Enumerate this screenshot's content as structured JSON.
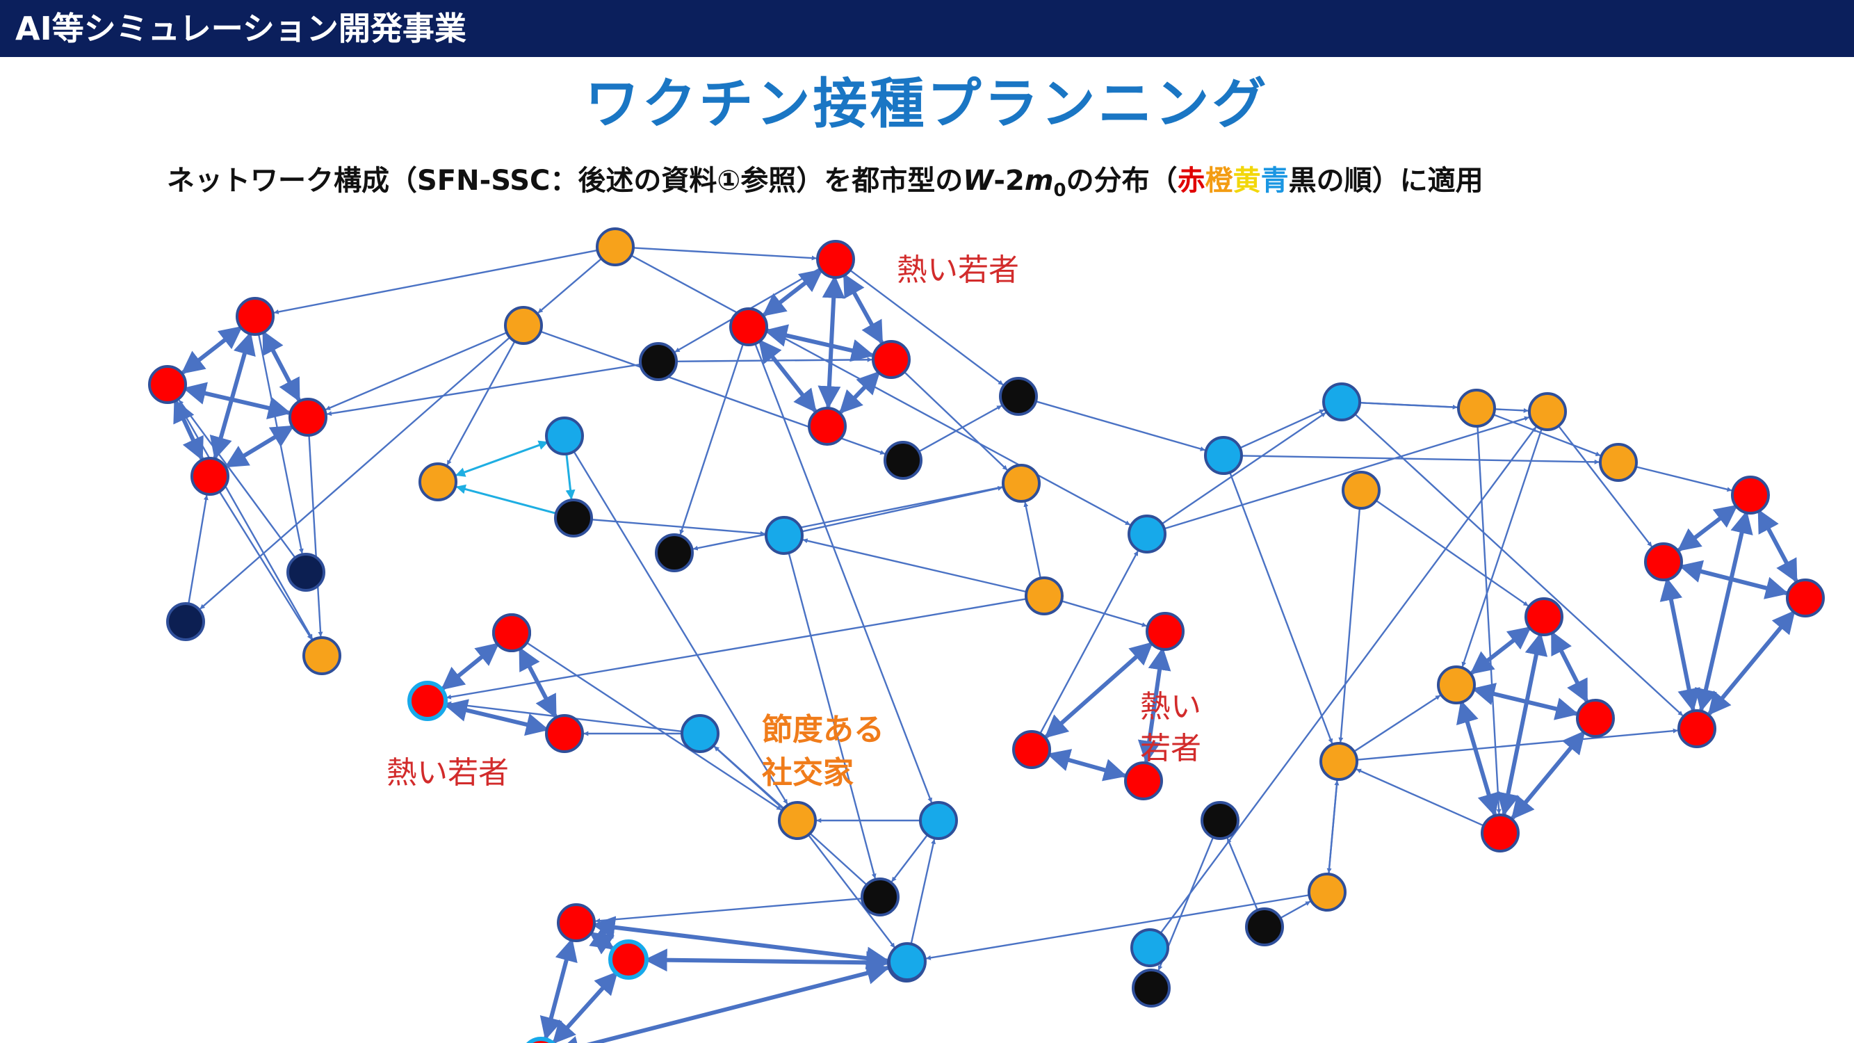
{
  "header": {
    "text": "AI等シミュレーション開発事業"
  },
  "title": "ワクチン接種プランニング",
  "subtitle": {
    "prefix": "ネットワーク構成（SFN-SSC：後述の資料①参照）を都市型の",
    "w": "W",
    "mid": "-2",
    "m": "m",
    "sub": "0",
    "between": "の分布（",
    "c1": "赤",
    "c2": "橙",
    "c3": "黄",
    "c4": "青",
    "c5": "黒",
    "suffix": "の順）に適用"
  },
  "colors": {
    "header_bg": "#0b1f5c",
    "title": "#1a76c4",
    "edge": "#4a72c4",
    "edge_light": "#1eaee2",
    "red": "#ff0000",
    "orange": "#f7a21b",
    "cyan": "#17a9ea",
    "dark": "#0d0d0d",
    "navy": "#0c1f52",
    "node_stroke": "#2f4f9a",
    "label_red": "#d22b2b",
    "label_orange": "#f07c1a",
    "sub_red": "#e00000",
    "sub_orange": "#f39c12",
    "sub_yellow": "#f2d70a",
    "sub_blue": "#1a96e2",
    "sub_black": "#111111"
  },
  "labels": [
    {
      "id": "hot-young-1",
      "text": "熱い若者",
      "style": "red"
    },
    {
      "id": "hot-young-2",
      "text": "熱い若者",
      "style": "red"
    },
    {
      "id": "hot-young-3a",
      "text": "熱い",
      "style": "red"
    },
    {
      "id": "hot-young-3b",
      "text": "若者",
      "style": "red"
    },
    {
      "id": "moderate-social-1",
      "text": "節度ある",
      "style": "orange"
    },
    {
      "id": "moderate-social-2",
      "text": "社交家",
      "style": "orange"
    }
  ],
  "nodes": [
    {
      "id": "n1",
      "color": "red"
    },
    {
      "id": "n2",
      "color": "red"
    },
    {
      "id": "n3",
      "color": "red"
    },
    {
      "id": "n4",
      "color": "red"
    },
    {
      "id": "n5",
      "color": "navy"
    },
    {
      "id": "n6",
      "color": "navy"
    },
    {
      "id": "n7",
      "color": "orange"
    },
    {
      "id": "n8",
      "color": "orange"
    },
    {
      "id": "n9",
      "color": "orange"
    },
    {
      "id": "n10",
      "color": "red"
    },
    {
      "id": "n11",
      "color": "red"
    },
    {
      "id": "n12",
      "color": "red"
    },
    {
      "id": "n13",
      "color": "red"
    },
    {
      "id": "n14",
      "color": "dark"
    },
    {
      "id": "n15",
      "color": "dark"
    },
    {
      "id": "n16",
      "color": "dark"
    },
    {
      "id": "n17",
      "color": "cyan"
    },
    {
      "id": "n18",
      "color": "orange"
    },
    {
      "id": "n19",
      "color": "dark"
    },
    {
      "id": "n20",
      "color": "dark"
    },
    {
      "id": "n21",
      "color": "cyan"
    },
    {
      "id": "n22",
      "color": "red"
    },
    {
      "id": "n23",
      "color": "red"
    },
    {
      "id": "n24",
      "color": "red"
    },
    {
      "id": "n25",
      "color": "cyan"
    },
    {
      "id": "n26",
      "color": "orange"
    },
    {
      "id": "n27",
      "color": "cyan"
    },
    {
      "id": "n28",
      "color": "dark"
    },
    {
      "id": "n29",
      "color": "red"
    },
    {
      "id": "n30",
      "color": "red"
    },
    {
      "id": "n31",
      "color": "red"
    },
    {
      "id": "n32",
      "color": "red"
    },
    {
      "id": "n33",
      "color": "cyan"
    },
    {
      "id": "n34",
      "color": "cyan"
    },
    {
      "id": "n35",
      "color": "orange"
    },
    {
      "id": "n36",
      "color": "orange"
    },
    {
      "id": "n37",
      "color": "cyan"
    },
    {
      "id": "n38",
      "color": "cyan"
    },
    {
      "id": "n39",
      "color": "red"
    },
    {
      "id": "n40",
      "color": "red"
    },
    {
      "id": "n41",
      "color": "red"
    },
    {
      "id": "n42",
      "color": "cyan"
    },
    {
      "id": "n43",
      "color": "orange"
    },
    {
      "id": "n44",
      "color": "orange"
    },
    {
      "id": "n45",
      "color": "orange"
    },
    {
      "id": "n46",
      "color": "orange"
    },
    {
      "id": "n47",
      "color": "orange"
    },
    {
      "id": "n48",
      "color": "red"
    },
    {
      "id": "n49",
      "color": "red"
    },
    {
      "id": "n50",
      "color": "red"
    },
    {
      "id": "n51",
      "color": "red"
    },
    {
      "id": "n52",
      "color": "orange"
    },
    {
      "id": "n53",
      "color": "red"
    },
    {
      "id": "n54",
      "color": "red"
    },
    {
      "id": "n55",
      "color": "red"
    },
    {
      "id": "n56",
      "color": "dark"
    },
    {
      "id": "n57",
      "color": "dark"
    },
    {
      "id": "n58",
      "color": "dark"
    },
    {
      "id": "n59",
      "color": "orange"
    },
    {
      "id": "n60",
      "color": "cyan"
    }
  ]
}
